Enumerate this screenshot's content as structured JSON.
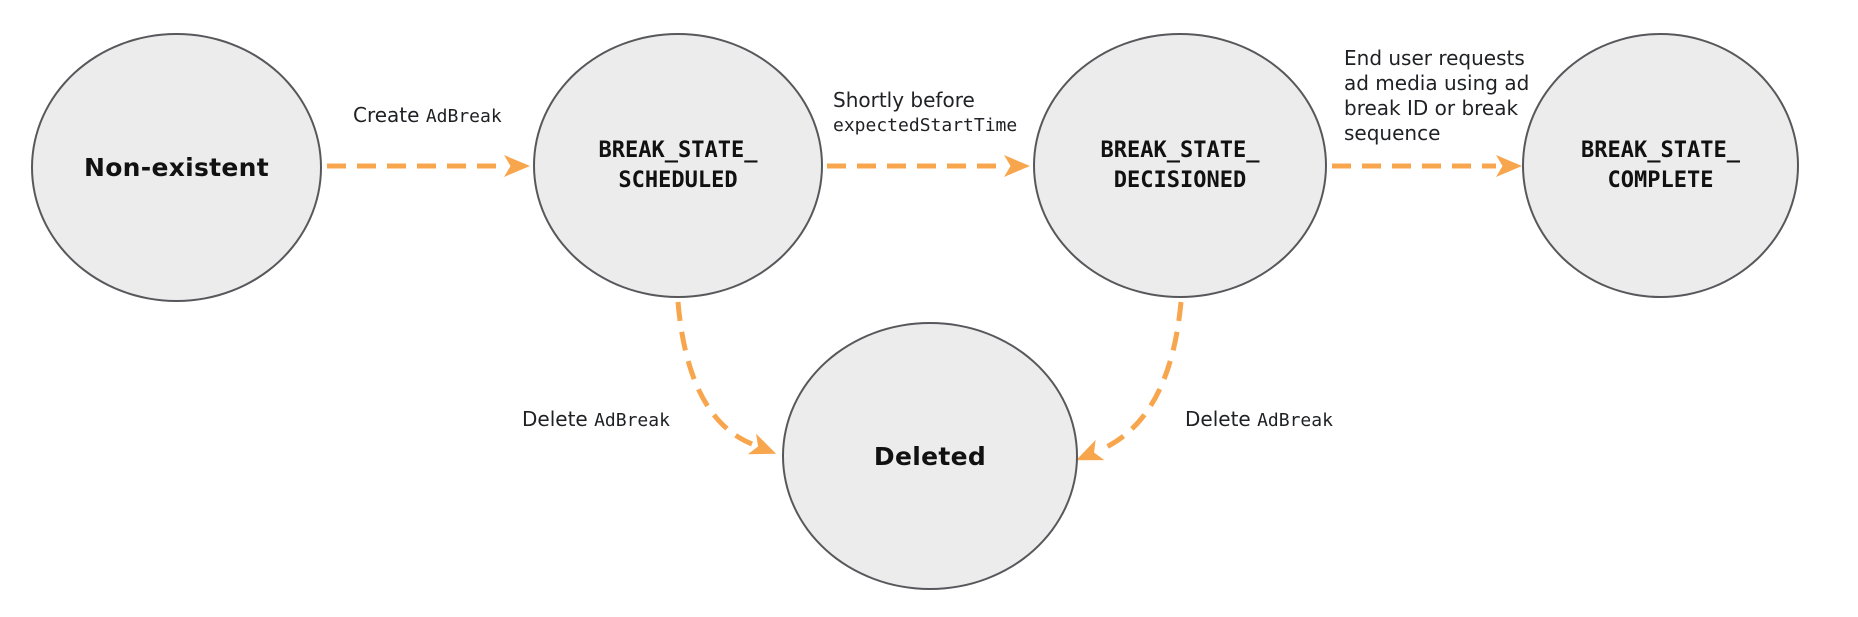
{
  "diagram": {
    "type": "state-transition-diagram",
    "colors": {
      "background": "#ffffff",
      "node_fill": "#ececec",
      "node_border": "#57585b",
      "arrow": "#f8a64d",
      "text": "#202124",
      "node_text": "#111111"
    },
    "nodes": {
      "non_existent": {
        "label": "Non-existent"
      },
      "scheduled": {
        "line1": "BREAK_STATE_",
        "line2": "SCHEDULED"
      },
      "decisioned": {
        "line1": "BREAK_STATE_",
        "line2": "DECISIONED"
      },
      "complete": {
        "line1": "BREAK_STATE_",
        "line2": "COMPLETE"
      },
      "deleted": {
        "label": "Deleted"
      }
    },
    "edges": {
      "create": {
        "from": "non_existent",
        "to": "scheduled",
        "prefix": "Create ",
        "code": "AdBreak"
      },
      "decision": {
        "from": "scheduled",
        "to": "decisioned",
        "line1": "Shortly before",
        "code": "expectedStartTime"
      },
      "complete": {
        "from": "decisioned",
        "to": "complete",
        "lines": [
          "End user requests",
          "ad media using ad",
          "break ID or break",
          "sequence"
        ]
      },
      "delete_scheduled": {
        "from": "scheduled",
        "to": "deleted",
        "prefix": "Delete ",
        "code": "AdBreak"
      },
      "delete_decisioned": {
        "from": "decisioned",
        "to": "deleted",
        "prefix": "Delete ",
        "code": "AdBreak"
      }
    }
  }
}
